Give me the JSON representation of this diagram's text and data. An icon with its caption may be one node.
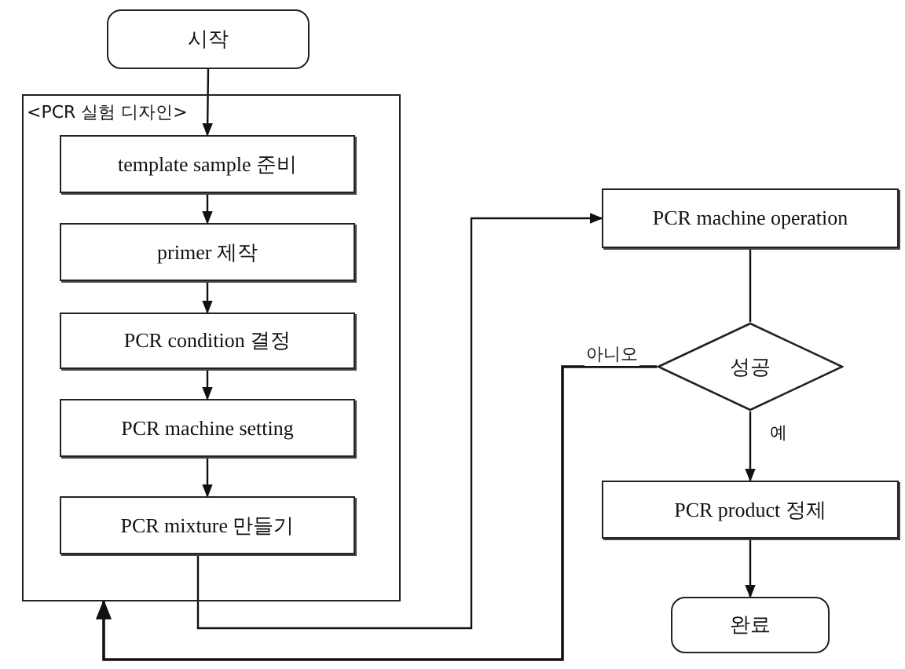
{
  "diagram": {
    "nodes": [
      {
        "text": [
          "시작"
        ]
      },
      {
        "text": [
          "<PCR 실험 디자인>"
        ]
      },
      {
        "text": [
          "template sample 준비"
        ],
        "in": 1
      },
      {
        "text": [
          "primer 제작"
        ],
        "in": 1
      },
      {
        "text": [
          "PCR condition 결정"
        ],
        "in": 1
      },
      {
        "text": [
          "PCR machine setting"
        ],
        "in": 1
      },
      {
        "text": [
          "PCR mixture 만들기"
        ],
        "in": 1
      },
      {
        "text": [
          "PCR machine operation"
        ]
      },
      {
        "text": [
          "성공"
        ]
      },
      {
        "text": [
          "PCR product 정제"
        ]
      },
      {
        "text": [
          "완료"
        ]
      }
    ],
    "edges": [
      {
        "from": 0,
        "to": 2,
        "arrow": "to"
      },
      {
        "from": 2,
        "to": 3,
        "arrow": "to"
      },
      {
        "from": 3,
        "to": 4,
        "arrow": "to"
      },
      {
        "from": 4,
        "to": 5,
        "arrow": "to"
      },
      {
        "from": 5,
        "to": 6,
        "arrow": "to"
      },
      {
        "from": 6,
        "to": 7,
        "arrow": "to"
      },
      {
        "from": 7,
        "to": 8,
        "arrow": "none"
      },
      {
        "from": 8,
        "to": 9,
        "label": "예",
        "arrow": "to"
      },
      {
        "from": 8,
        "to": 1,
        "label": "아니오",
        "arrow": "to"
      },
      {
        "from": 9,
        "to": 10,
        "arrow": "to"
      }
    ]
  }
}
